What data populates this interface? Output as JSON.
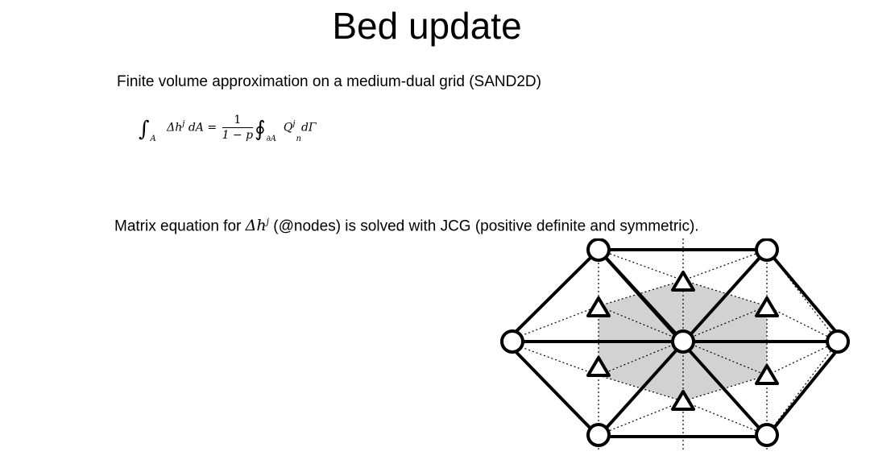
{
  "slide": {
    "title": "Bed update",
    "subtitle": "Finite volume approximation on a medium-dual grid (SAND2D)",
    "equation": {
      "integral": "∫",
      "lhs_sub": "A",
      "lhs_body": "Δh",
      "lhs_sup": "j",
      "lhs_tail": "dA =",
      "frac_num": "1",
      "frac_den": "1 − p",
      "contour": "∮",
      "rhs_sub": "∂A",
      "rhs_body": "Q",
      "rhs_sup": "j",
      "rhs_sub2": "n",
      "rhs_tail": "dΓ"
    },
    "matrix_prefix": "Matrix equation for ",
    "matrix_symbol": "Δh",
    "matrix_symbol_sup": "j",
    "matrix_suffix": "  (@nodes) is solved with JCG (positive definite and symmetric)."
  }
}
